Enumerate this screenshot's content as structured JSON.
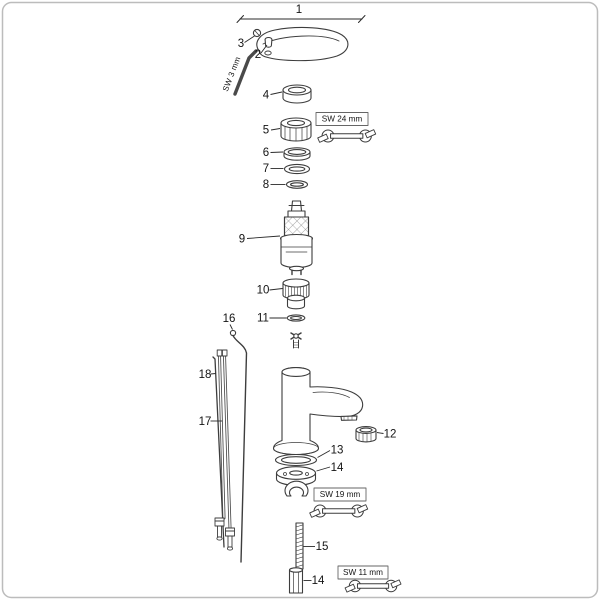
{
  "diagram": {
    "kind": "exploded-parts-diagram",
    "parts": {
      "n1": "1",
      "n2": "2",
      "n3": "3",
      "n4": "4",
      "n5": "5",
      "n6": "6",
      "n7": "7",
      "n8": "8",
      "n9": "9",
      "n10": "10",
      "n11": "11",
      "n12": "12",
      "n13": "13",
      "n14": "14",
      "n15": "15",
      "n16": "16",
      "n17": "17",
      "n18": "18"
    },
    "tools": {
      "allen": "SW 3 mm",
      "w24": "SW 24 mm",
      "w19": "SW 19 mm",
      "w11": "SW 11 mm"
    }
  }
}
